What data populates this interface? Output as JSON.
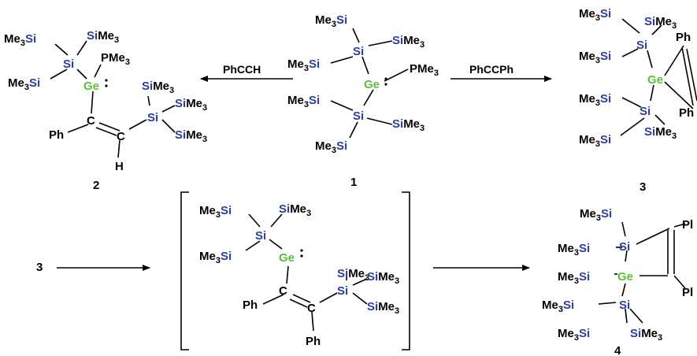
{
  "colors": {
    "silicon": "#2b3f9e",
    "germanium": "#5cbf3a",
    "text": "#000000"
  },
  "compound_labels": {
    "c1": "1",
    "c2": "2",
    "c3": "3",
    "c4": "4",
    "start": "3"
  },
  "reagents": {
    "phcch": "PhCCH",
    "phccph": "PhCCPh"
  },
  "atoms": {
    "Si": "Si",
    "Me3": "Me",
    "sub3": "3",
    "Ge": "Ge",
    "PMe3": "PMe",
    "C": "C",
    "H": "H",
    "Ph": "Ph",
    "PhCut": "Pl"
  }
}
